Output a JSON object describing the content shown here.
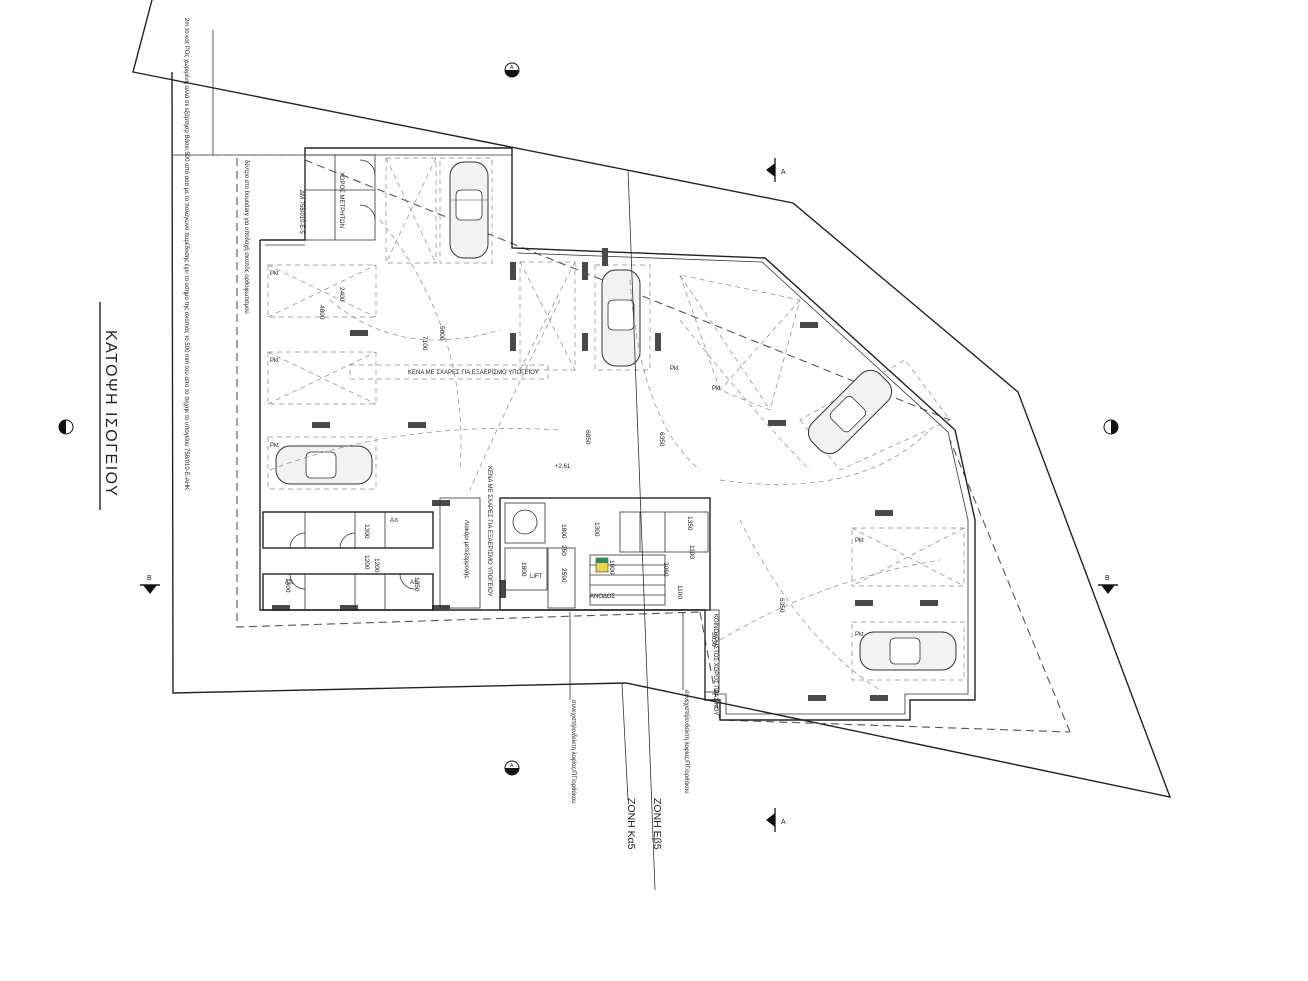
{
  "drawing": {
    "title": "ΚΑΤΟΨΗ ΙΣΟΓΕΙΟΥ",
    "zone_upper": "ΖΟΝΗ Εβ5",
    "zone_lower": "ΖΟΝΗ Κα5",
    "corner_note": "2m το κατ ΡΟς χωριμένη αλλά σε \nεξάρτησρ Βάσει 500 από ααα με το\nπολύγωνο παρέδοσης έχει το\nοσημο της σκοπιάς το 500 mm\nτου απο το πηχηκ το υπογείου\n758/010-E-AHK",
    "grating_note": "ΚΕΝΑ ΜΕ ΣΧΑΡΕΣ ΓΙΑ ΕΞΑΕΡΙΣΜΟ ΥΠΟΓΕΙΟΥ",
    "ramp_note": "Λιακάρι μετεξαρμογής",
    "level_label": "+2.61",
    "lift_label": "LIFT",
    "stair_label": "ΑΝΟΔΟΣ",
    "parking_label": "Pkt",
    "store_label": "Απ",
    "services_top": "ΧΩΡΟΣ ΜΕΤΡΗΤΩΝ",
    "sensor_label": "ΔΜ 758/010-E-5",
    "west_note": "δέντρο στο boundary για υποδοχή σκοπός ορθοφωτισμού",
    "facade_note": "ΚΟΙΝΟΧΡΗΣΤΟΣ ΧΩΡΟΣ ΠΡΑΣΙΝΟΥ",
    "note_left_vertical": "συνεχιστή/ενδείκτη λοφίας/ΠΓ/ορθάκου",
    "note_right_vertical": "συνεχιστή/ενδείκτη λοφίας/ΠΓ/ορθάκου",
    "north_mark": "Α",
    "section_a": "Α",
    "section_b": "Β"
  },
  "dimensions": [
    "2400",
    "4800",
    "5000",
    "7100",
    "6850",
    "6350",
    "6350",
    "1800",
    "1800",
    "1300",
    "1200",
    "1200",
    "1300",
    "1350",
    "1350",
    "250",
    "2590",
    "1800",
    "1000",
    "3060",
    "1100",
    "1100",
    "1350",
    "1400",
    "1300",
    "5030"
  ]
}
